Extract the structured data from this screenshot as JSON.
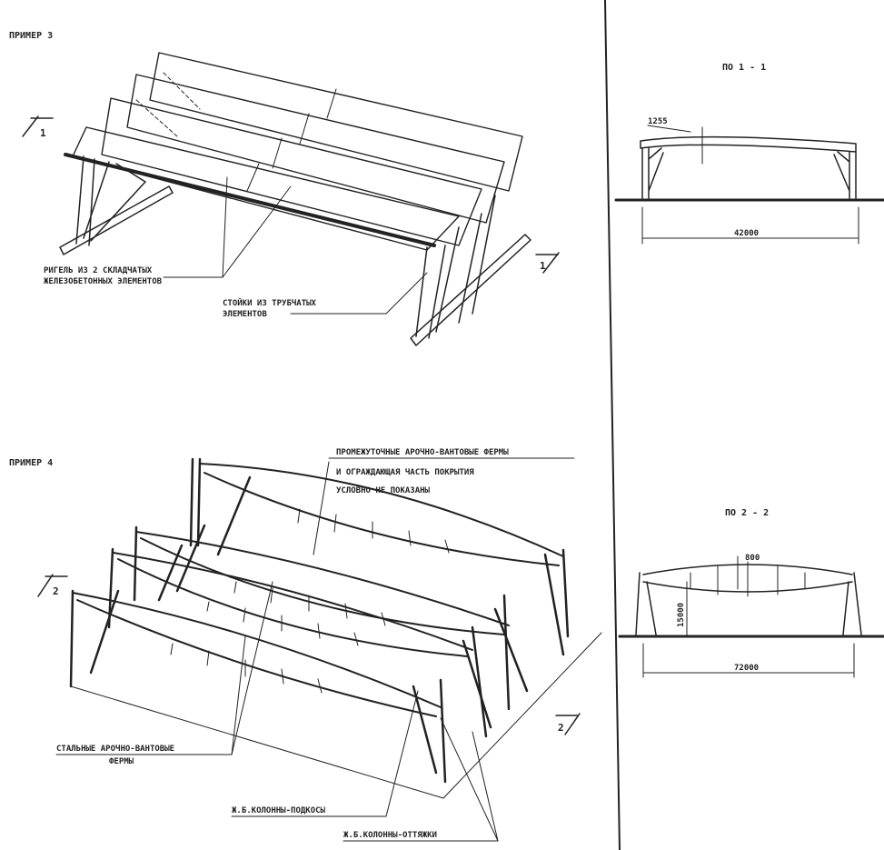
{
  "example3": {
    "title": "ПРИМЕР 3",
    "callout_girder_line1": "РИГЕЛЬ ИЗ 2 СКЛАДЧАТЫХ",
    "callout_girder_line2": "ЖЕЛЕЗОБЕТОННЫХ ЭЛЕМЕНТОВ",
    "callout_columns_line1": "СТОЙКИ ИЗ ТРУБЧАТЫХ",
    "callout_columns_line2": "ЭЛЕМЕНТОВ",
    "section_marker_left": "1",
    "section_marker_right": "1"
  },
  "section1": {
    "title": "ПО 1 - 1",
    "dim_rise": "1255",
    "dim_span": "42000"
  },
  "example4": {
    "title": "ПРИМЕР 4",
    "note_line1": "ПРОМЕЖУТОЧНЫЕ АРОЧНО-ВАНТОВЫЕ ФЕРМЫ",
    "note_line2": "И ОГРАЖДАЮЩАЯ ЧАСТЬ ПОКРЫТИЯ",
    "note_line3": "УСЛОВНО НЕ ПОКАЗАНЫ",
    "callout_trusses_line1": "СТАЛЬНЫЕ АРОЧНО-ВАНТОВЫЕ",
    "callout_trusses_line2": "ФЕРМЫ",
    "callout_struts": "Ж.Б.КОЛОННЫ-ПОДКОСЫ",
    "callout_ties": "Ж.Б.КОЛОННЫ-ОТТЯЖКИ",
    "section_marker_left": "2",
    "section_marker_right": "2"
  },
  "section2": {
    "title": "ПО 2 - 2",
    "dim_rise": "800",
    "dim_height": "15000",
    "dim_span": "72000"
  }
}
